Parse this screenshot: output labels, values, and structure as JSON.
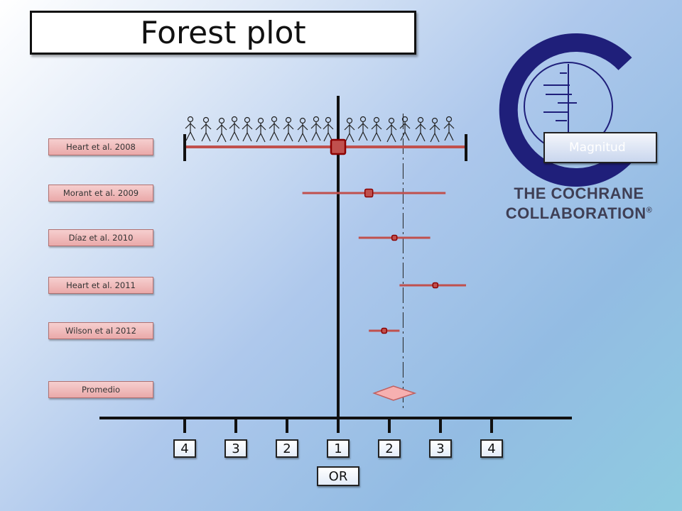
{
  "title": "Forest plot",
  "logo": {
    "line1": "THE COCHRANE",
    "line2": "COLLABORATION",
    "mark": "®"
  },
  "magnitude_label": "Magnitud",
  "colors": {
    "ci_line": "#c0504d",
    "marker_fill": "#c0504d",
    "marker_stroke": "#8b0000",
    "diamond_fill": "#f6b0b0",
    "logo_blue": "#1f1f7a"
  },
  "chart_data": {
    "type": "forest",
    "axis_label": "OR",
    "tick_labels": [
      "4",
      "3",
      "2",
      "1",
      "2",
      "3",
      "4"
    ],
    "tick_positions": [
      -3,
      -2,
      -1,
      0,
      1,
      2,
      3
    ],
    "null_value": 0,
    "pooled_reference": 1.27,
    "studies": [
      {
        "name": "Heart et al. 2008",
        "estimate": 0.0,
        "lower": -3.0,
        "upper": 2.5,
        "weight": "large"
      },
      {
        "name": "Morant et al. 2009",
        "estimate": 0.6,
        "lower": -0.7,
        "upper": 2.1,
        "weight": "medium"
      },
      {
        "name": "Díaz et al. 2010",
        "estimate": 1.1,
        "lower": 0.4,
        "upper": 1.8,
        "weight": "small"
      },
      {
        "name": "Heart et al. 2011",
        "estimate": 1.9,
        "lower": 1.2,
        "upper": 2.5,
        "weight": "small"
      },
      {
        "name": "Wilson et al 2012",
        "estimate": 0.9,
        "lower": 0.6,
        "upper": 1.2,
        "weight": "small"
      }
    ],
    "summary": {
      "name": "Promedio",
      "estimate": 1.0,
      "lower": 0.7,
      "upper": 1.5
    }
  }
}
